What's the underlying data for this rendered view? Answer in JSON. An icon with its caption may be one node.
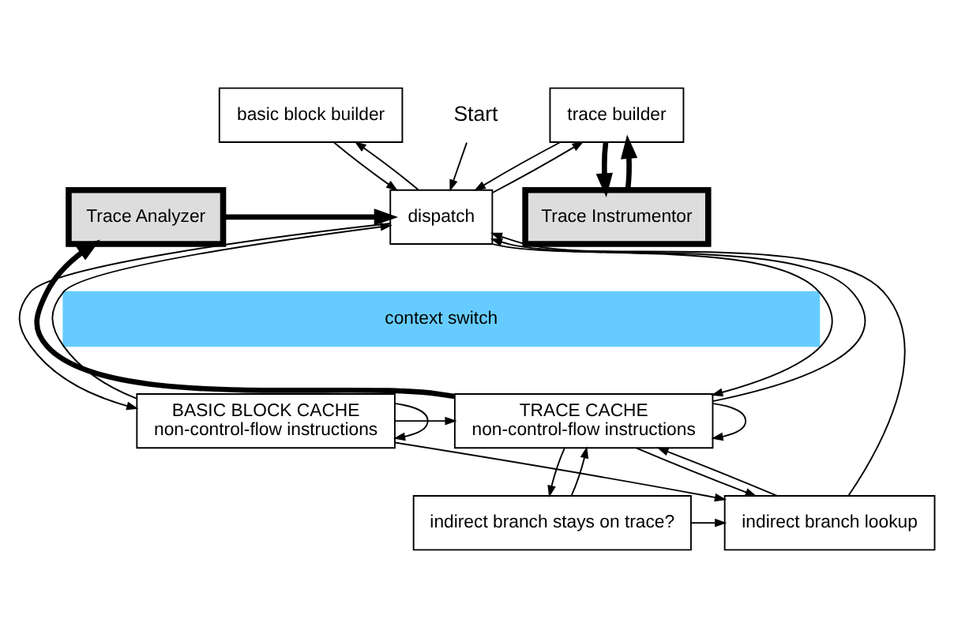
{
  "diagram": {
    "nodes": [
      {
        "text": [
          "Start"
        ]
      },
      {
        "text": [
          "basic block builder"
        ]
      },
      {
        "text": [
          "trace builder"
        ]
      },
      {
        "text": [
          "Trace Instrumentor"
        ]
      },
      {
        "text": [
          "dispatch"
        ]
      },
      {
        "text": [
          "Trace Analyzer"
        ]
      },
      {
        "text": [
          "context switch"
        ]
      },
      {
        "text": [
          "BASIC BLOCK CACHE",
          "non-control-flow instructions"
        ]
      },
      {
        "text": [
          "indirect branch lookup"
        ]
      },
      {
        "text": [
          "TRACE CACHE",
          "non-control-flow instructions"
        ]
      },
      {
        "text": [
          "indirect branch stays on trace?"
        ]
      }
    ],
    "edges": [
      {
        "from": 0,
        "to": 4,
        "arrow": "to"
      },
      {
        "from": 4,
        "to": 1,
        "arrow": "to"
      },
      {
        "from": 1,
        "to": 4,
        "arrow": "to"
      },
      {
        "from": 4,
        "to": 2,
        "arrow": "to"
      },
      {
        "from": 2,
        "to": 4,
        "arrow": "to"
      },
      {
        "from": 2,
        "to": 3,
        "arrow": "to",
        "style": "thick"
      },
      {
        "from": 3,
        "to": 2,
        "arrow": "to",
        "style": "thick"
      },
      {
        "from": 5,
        "to": 4,
        "arrow": "to",
        "style": "thick"
      },
      {
        "from": 4,
        "to": 7,
        "arrow": "to"
      },
      {
        "from": 7,
        "to": 4,
        "arrow": "to"
      },
      {
        "from": 8,
        "to": 4,
        "arrow": "to"
      },
      {
        "from": 4,
        "to": 9,
        "arrow": "to"
      },
      {
        "from": 9,
        "to": 4,
        "arrow": "to"
      },
      {
        "from": 9,
        "to": 5,
        "arrow": "to",
        "style": "thick"
      },
      {
        "from": 7,
        "to": 9,
        "arrow": "to"
      },
      {
        "from": 7,
        "to": 8,
        "arrow": "to"
      },
      {
        "from": 8,
        "to": 9,
        "arrow": "to"
      },
      {
        "from": 9,
        "to": 10,
        "arrow": "to"
      },
      {
        "from": 7,
        "to": 7,
        "arrow": "to"
      },
      {
        "from": 9,
        "to": 8,
        "arrow": "to"
      },
      {
        "from": 9,
        "to": 9,
        "arrow": "to"
      },
      {
        "from": 10,
        "to": 9,
        "arrow": "to"
      },
      {
        "from": 10,
        "to": 8,
        "arrow": "to"
      }
    ]
  }
}
